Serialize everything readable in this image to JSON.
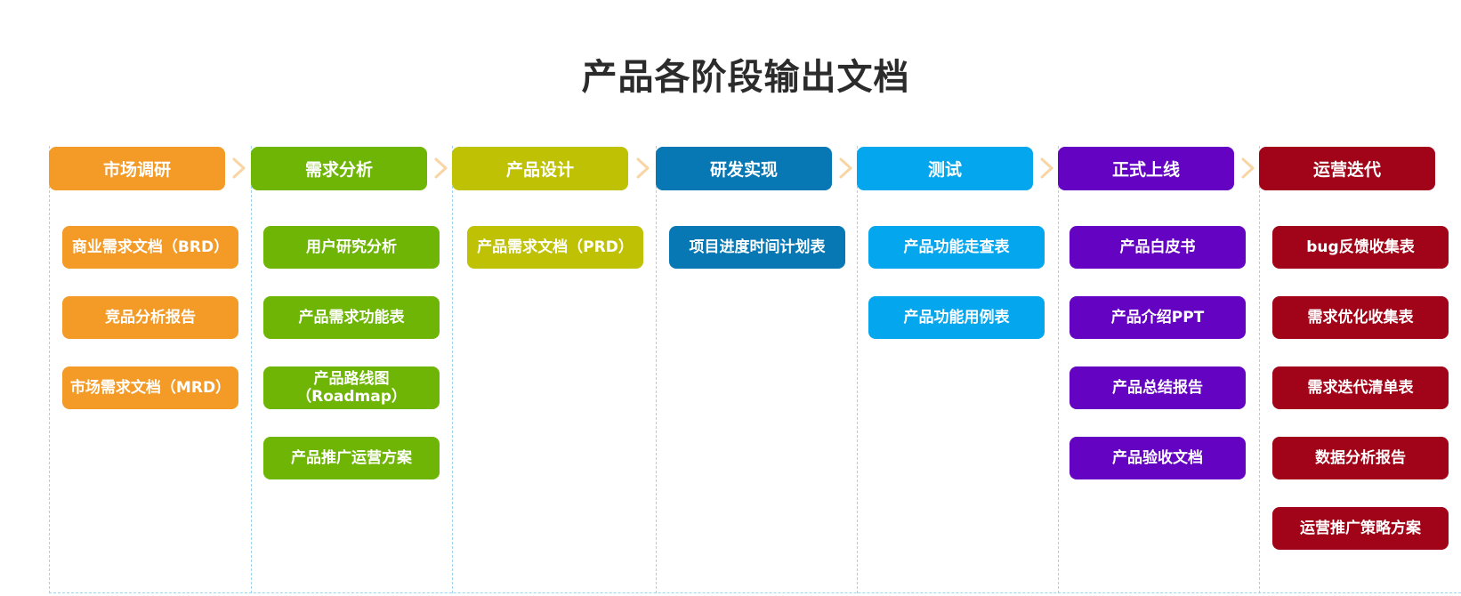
{
  "title": "产品各阶段输出文档",
  "colors": {
    "arrow": "#f8d5a3",
    "divider": "#9fd3ef"
  },
  "stages": [
    {
      "name": "市场调研",
      "color": "#f39a27",
      "docs": [
        "商业需求文档（BRD）",
        "竞品分析报告",
        "市场需求文档（MRD）"
      ]
    },
    {
      "name": "需求分析",
      "color": "#6eb505",
      "docs": [
        "用户研究分析",
        "产品需求功能表",
        "产品路线图\n（Roadmap）",
        "产品推广运营方案"
      ]
    },
    {
      "name": "产品设计",
      "color": "#bfc105",
      "docs": [
        "产品需求文档（PRD）"
      ]
    },
    {
      "name": "研发实现",
      "color": "#0778b3",
      "docs": [
        "项目进度时间计划表"
      ]
    },
    {
      "name": "测试",
      "color": "#04a6ee",
      "docs": [
        "产品功能走查表",
        "产品功能用例表"
      ]
    },
    {
      "name": "正式上线",
      "color": "#6404c2",
      "docs": [
        "产品白皮书",
        "产品介绍PPT",
        "产品总结报告",
        "产品验收文档"
      ]
    },
    {
      "name": "运营迭代",
      "color": "#a10418",
      "docs": [
        "bug反馈收集表",
        "需求优化收集表",
        "需求迭代清单表",
        "数据分析报告",
        "运营推广策略方案"
      ]
    }
  ]
}
